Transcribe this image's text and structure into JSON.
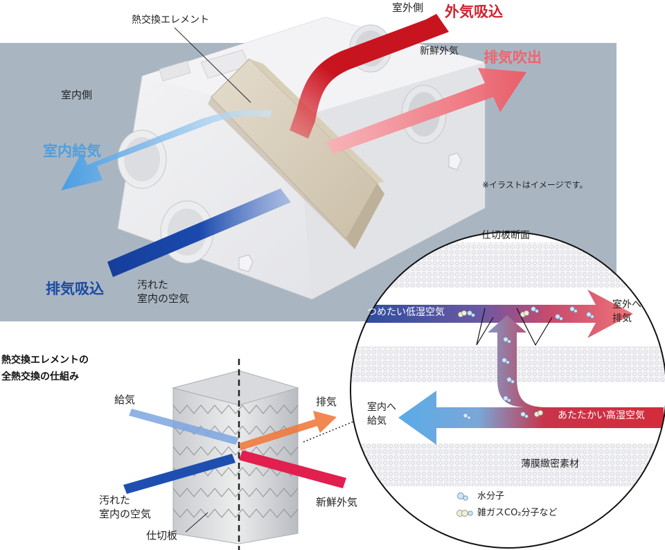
{
  "top": {
    "element_label": "熱交換エレメント",
    "outdoor_side": "室外側",
    "outdoor_intake": "外気吸込",
    "fresh_air": "新鮮外気",
    "exhaust_out": "排気吹出",
    "indoor_side": "室内側",
    "indoor_supply": "室内給気",
    "exhaust_intake": "排気吸込",
    "dirty_air_line1": "汚れた",
    "dirty_air_line2": "室内の空気",
    "note": "※イラストはイメージです。"
  },
  "bottom_left": {
    "title_line1": "熱交換エレメントの",
    "title_line2": "全熱交換の仕組み",
    "supply": "給気",
    "exhaust": "排気",
    "dirty_line1": "汚れた",
    "dirty_line2": "室内の空気",
    "fresh": "新鮮外気",
    "partition": "仕切板"
  },
  "circle": {
    "title": "仕切板断面",
    "cold_dry": "つめたい低湿空気",
    "to_outdoor_line1": "室外へ",
    "to_outdoor_line2": "排気",
    "to_indoor_line1": "室内へ",
    "to_indoor_line2": "給気",
    "warm_humid": "あたたかい高湿空気",
    "membrane": "薄膜緻密素材",
    "legend_water": "水分子",
    "legend_gas": "雑ガスCO₂分子など"
  },
  "colors": {
    "panel_bg": "#a9b6c2",
    "red": "#d0222e",
    "pink": "#ef6470",
    "blue": "#1a4aa6",
    "light_blue": "#58a8e6"
  }
}
